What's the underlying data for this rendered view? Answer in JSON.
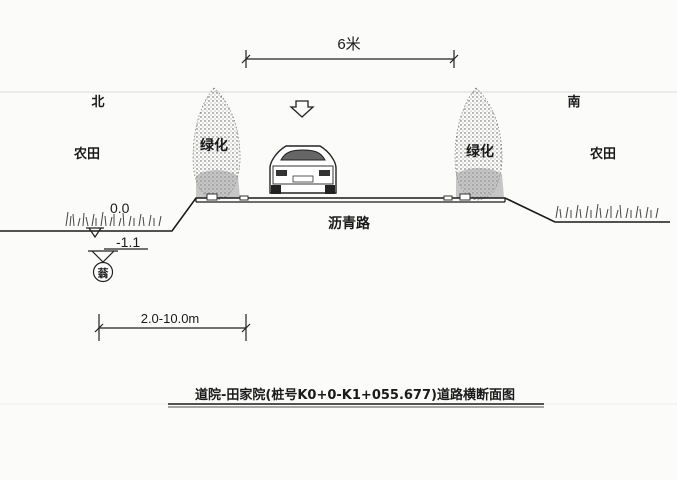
{
  "dimension_top": "6米",
  "north_label": "北",
  "south_label": "南",
  "field_left_label": "农田",
  "field_right_label": "农田",
  "green_left_label": "绿化",
  "green_right_label": "绿化",
  "road_label": "沥青路",
  "elev_ground": "0.0",
  "elev_ditch": "-1.1",
  "ditch_symbol_text": "蓊",
  "ditch_width": "2.0-10.0m",
  "caption": "道院-田家院(桩号K0+0-K1+055.677)道路横断面图"
}
